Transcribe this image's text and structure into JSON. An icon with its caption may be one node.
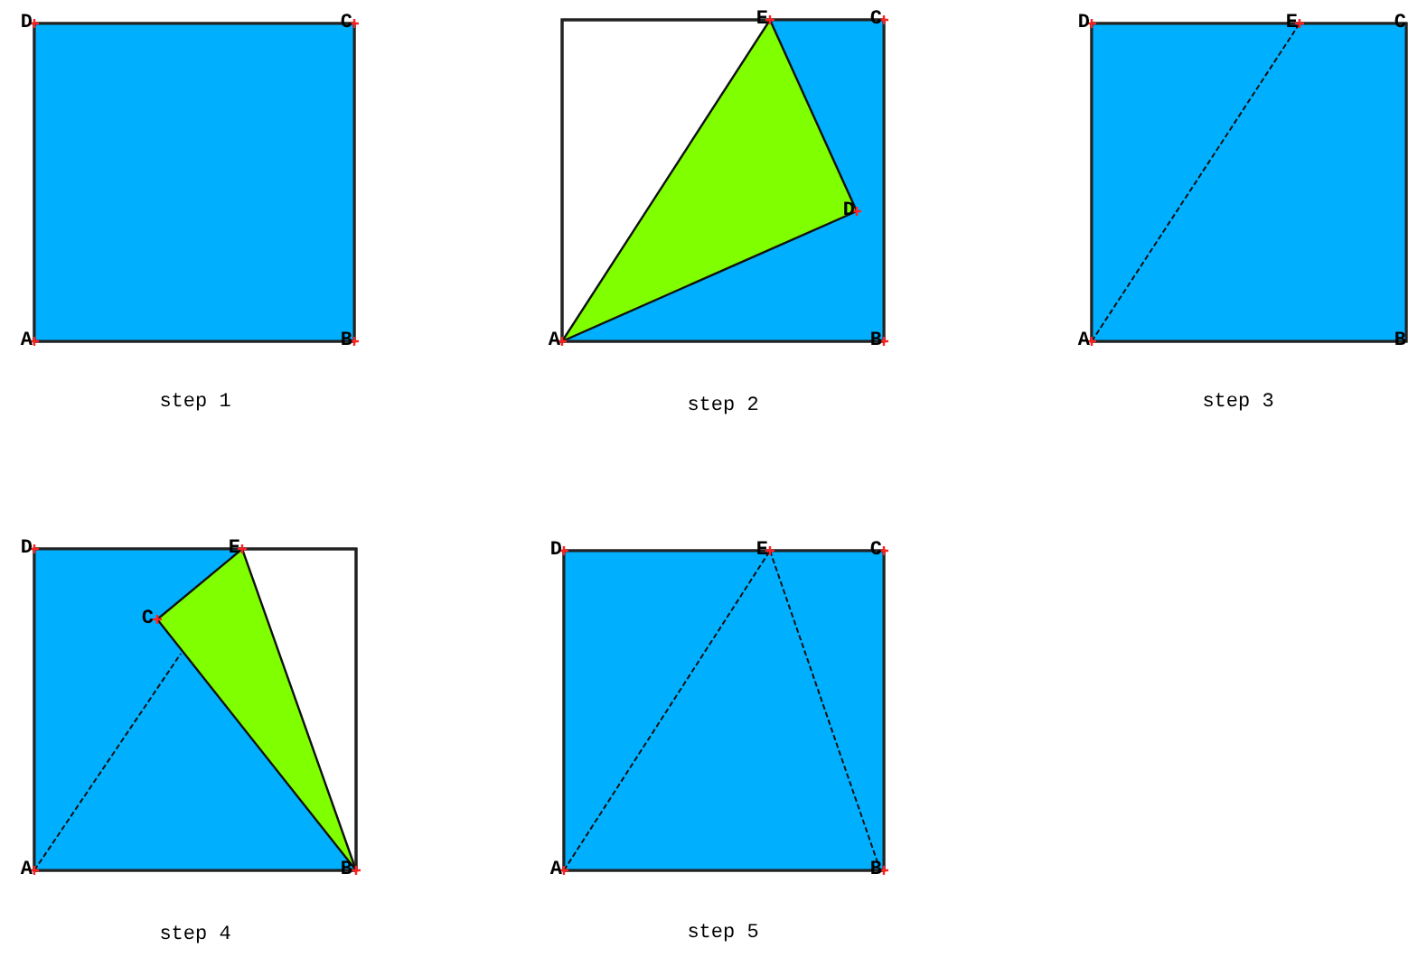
{
  "diagram": {
    "labels": [
      "D",
      "C",
      "A",
      "B",
      "step 1",
      "E",
      "C",
      "D",
      "A",
      "B",
      "step 2",
      "D",
      "E",
      "C",
      "A",
      "B",
      "step 3",
      "D",
      "E",
      "C",
      "A",
      "B",
      "step 4",
      "D",
      "E",
      "C",
      "A",
      "B",
      "step 5"
    ]
  }
}
